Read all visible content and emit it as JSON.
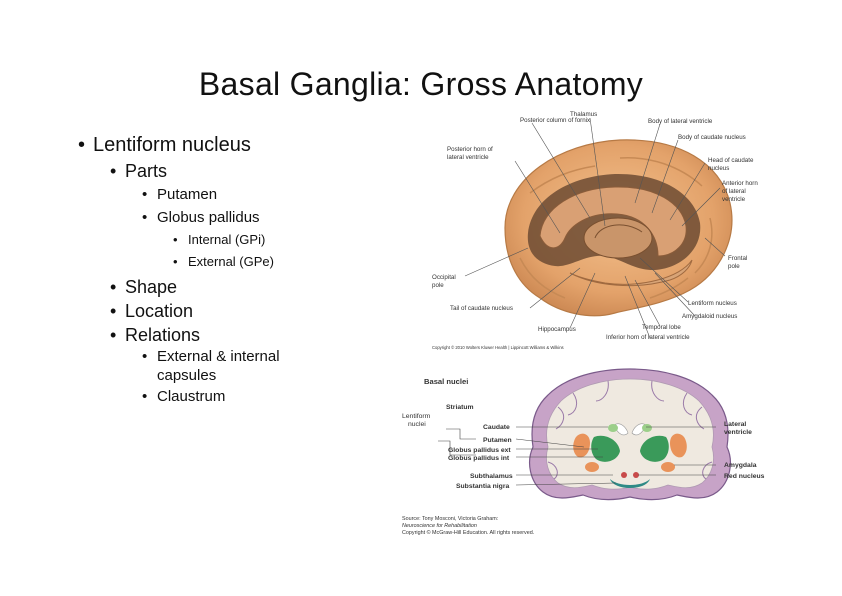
{
  "slide": {
    "title": "Basal Ganglia: Gross Anatomy"
  },
  "bullets": {
    "lentiform": "Lentiform nucleus",
    "parts": "Parts",
    "putamen": "Putamen",
    "globus_pallidus": "Globus pallidus",
    "internal": "Internal (GPi)",
    "external": "External (GPe)",
    "shape": "Shape",
    "location": "Location",
    "relations": "Relations",
    "capsules": "External & internal capsules",
    "claustrum": "Claustrum"
  },
  "brain_figure": {
    "labels": {
      "thalamus": "Thalamus",
      "post_column_fornix": "Posterior column of fornix",
      "body_lat_ventricle": "Body of lateral ventricle",
      "body_caudate": "Body of caudate nucleus",
      "post_horn_1": "Posterior horn of",
      "post_horn_2": "lateral ventricle",
      "head_caudate_1": "Head of caudate",
      "head_caudate_2": "nucleus",
      "ant_horn_1": "Anterior horn",
      "ant_horn_2": "of lateral",
      "ant_horn_3": "ventricle",
      "occipital_1": "Occipital",
      "occipital_2": "pole",
      "frontal_1": "Frontal",
      "frontal_2": "pole",
      "tail_caudate": "Tail of caudate nucleus",
      "lentiform_nucleus": "Lentiform nucleus",
      "amygdaloid": "Amygdaloid nucleus",
      "hippocampus": "Hippocampus",
      "temporal_lobe": "Temporal lobe",
      "inf_horn": "Inferior horn of lateral ventricle"
    },
    "copyright": "Copyright © 2010 Wolters Kluwer Health | Lippincott Williams & Wilkins"
  },
  "coronal_figure": {
    "labels": {
      "basal_nuclei": "Basal nuclei",
      "striatum": "Striatum",
      "lentiform_1": "Lentiform",
      "lentiform_2": "nuclei",
      "caudate": "Caudate",
      "putamen": "Putamen",
      "gp_ext": "Globus pallidus ext",
      "gp_int": "Globus pallidus int",
      "subthalamus": "Subthalamus",
      "substantia_nigra": "Substantia nigra",
      "lateral_ventricle_1": "Lateral",
      "lateral_ventricle_2": "ventricle",
      "amygdala": "Amygdala",
      "red_nucleus": "Red nucleus"
    },
    "source_1": "Source: Tony Mosconi, Victoria Graham:",
    "source_2": "Neuroscience for Rehabilitation",
    "source_3": "Copyright © McGraw-Hill Education. All rights reserved."
  }
}
